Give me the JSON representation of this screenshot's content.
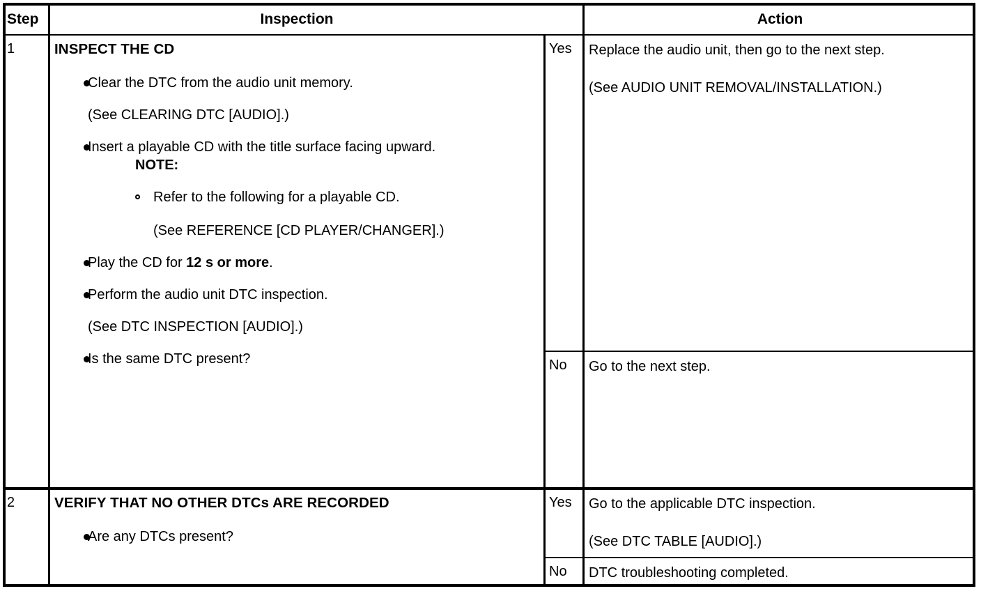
{
  "table": {
    "headers": {
      "step": "Step",
      "inspection": "Inspection",
      "action": "Action"
    },
    "rows": [
      {
        "step": "1",
        "inspection": {
          "title": "INSPECT THE CD",
          "bullets": [
            {
              "text": "Clear the DTC from the audio unit memory.",
              "reference": "(See CLEARING DTC [AUDIO].)"
            },
            {
              "text": "Insert a playable CD with the title surface facing upward.",
              "note_label": "NOTE:",
              "sub_bullets": [
                {
                  "text": "Refer to the following for a playable CD.",
                  "reference": "(See REFERENCE [CD PLAYER/CHANGER].)"
                }
              ]
            },
            {
              "text_before_bold": "Play the CD for ",
              "bold": "12 s or more",
              "text_after_bold": "."
            },
            {
              "text": "Perform the audio unit DTC inspection.",
              "reference": "(See DTC INSPECTION [AUDIO].)"
            },
            {
              "text": "Is the same DTC present?"
            }
          ]
        },
        "actions": [
          {
            "answer": "Yes",
            "lines": [
              "Replace the audio unit, then go to the next step.",
              "(See AUDIO UNIT REMOVAL/INSTALLATION.)"
            ]
          },
          {
            "answer": "No",
            "lines": [
              "Go to the next step."
            ]
          }
        ]
      },
      {
        "step": "2",
        "inspection": {
          "title": "VERIFY THAT NO OTHER DTCs ARE RECORDED",
          "bullets": [
            {
              "text": "Are any DTCs present?"
            }
          ]
        },
        "actions": [
          {
            "answer": "Yes",
            "lines": [
              "Go to the applicable DTC inspection.",
              "(See DTC TABLE [AUDIO].)"
            ]
          },
          {
            "answer": "No",
            "lines": [
              "DTC troubleshooting completed."
            ]
          }
        ]
      }
    ]
  },
  "colors": {
    "border": "#000000",
    "text": "#000000",
    "background": "#ffffff"
  }
}
